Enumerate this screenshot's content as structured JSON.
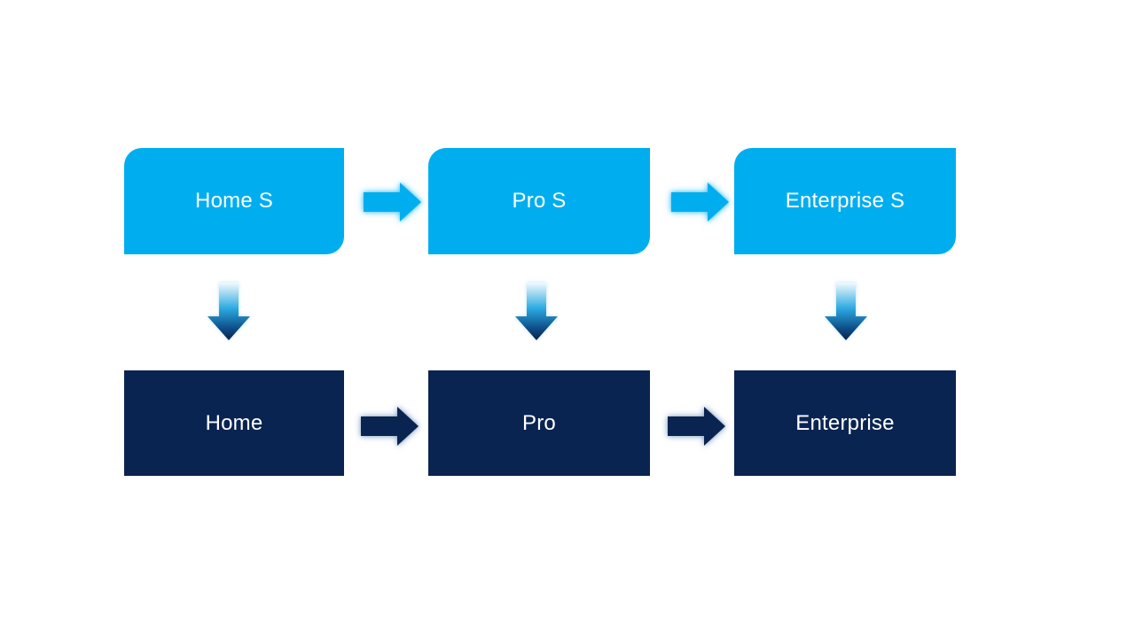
{
  "colors": {
    "background": "#FFFFFF",
    "light_blue": "#00AEEF",
    "dark_navy": "#0A2451",
    "label_text": "#FFFFFF",
    "light_glow": "rgba(0,174,239,0.55)",
    "dark_glow": "rgba(104,136,180,0.55)",
    "down_arrow_gradient_top": "#F2FAFD",
    "down_arrow_gradient_mid": "#2BA9E0",
    "down_arrow_gradient_low": "#0D4C86",
    "down_arrow_gradient_bottom": "#092349"
  },
  "diagram": {
    "top_row": {
      "boxes": [
        {
          "label": "Home S"
        },
        {
          "label": "Pro S"
        },
        {
          "label": "Enterprise S"
        }
      ]
    },
    "bottom_row": {
      "boxes": [
        {
          "label": "Home"
        },
        {
          "label": "Pro"
        },
        {
          "label": "Enterprise"
        }
      ]
    },
    "icons": {
      "right_arrow": "right-arrow-icon",
      "down_arrow": "down-arrow-icon"
    }
  }
}
